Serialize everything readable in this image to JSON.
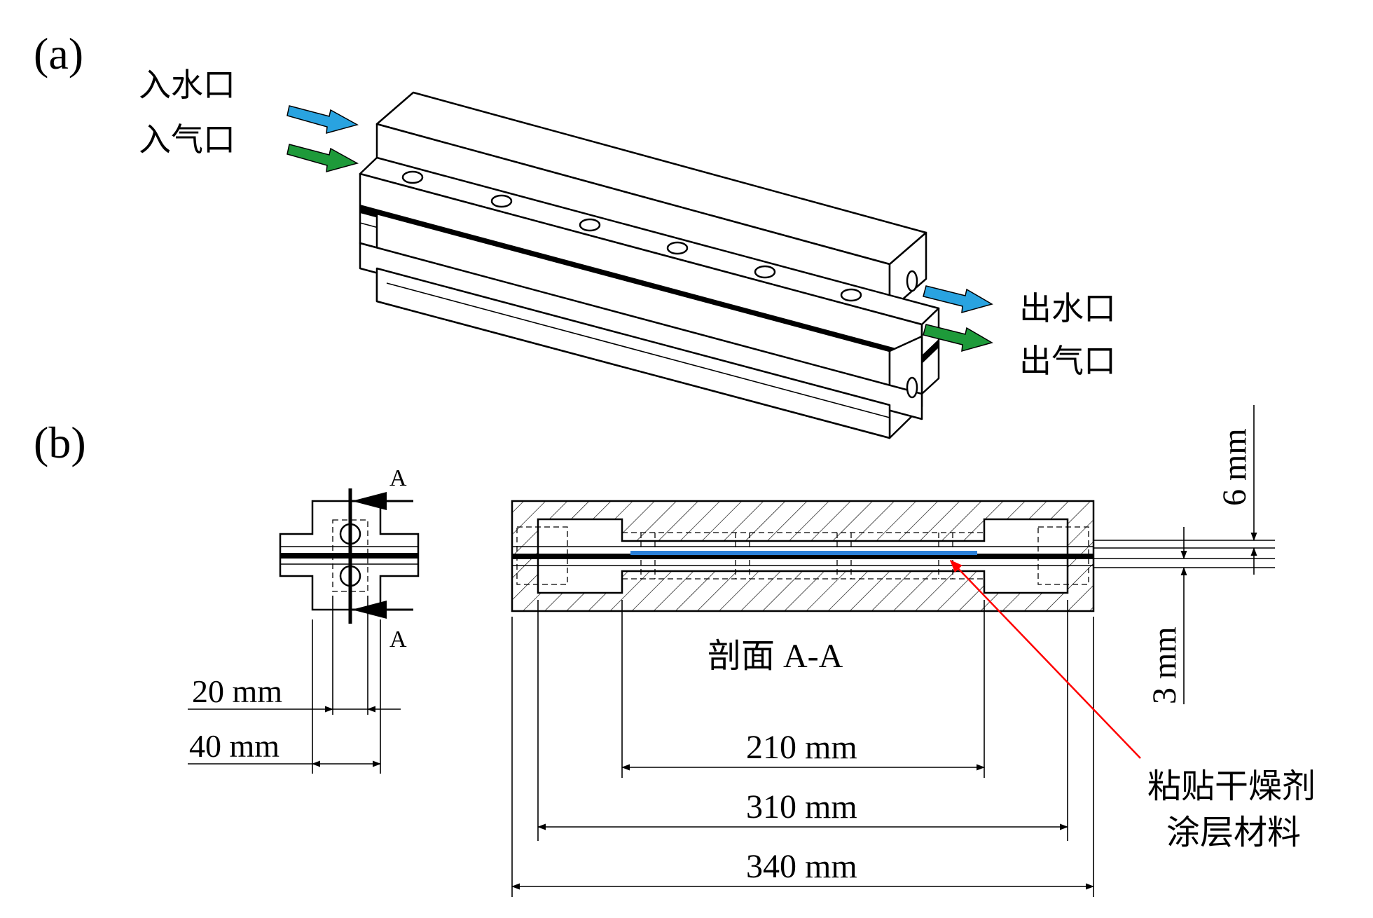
{
  "panel_a": {
    "label": "(a)",
    "inlet_water": "入水口",
    "inlet_air": "入气口",
    "outlet_water": "出水口",
    "outlet_air": "出气口"
  },
  "panel_b": {
    "label": "(b)",
    "section_mark_top": "A",
    "section_mark_bottom": "A",
    "section_title": "剖面 A-A",
    "dim_20": "20 mm",
    "dim_40": "40 mm",
    "dim_210": "210 mm",
    "dim_310": "310 mm",
    "dim_340": "340 mm",
    "dim_6": "6 mm",
    "dim_3": "3 mm",
    "coating_line1": "粘贴干燥剂",
    "coating_line2": "涂层材料"
  },
  "colors": {
    "water_arrow": "#29a3e0",
    "air_arrow": "#1e9a3a",
    "coating": "#2a7fd8",
    "leader": "#ff0000"
  },
  "icons": {
    "flow_arrow": "block-arrow-icon"
  }
}
